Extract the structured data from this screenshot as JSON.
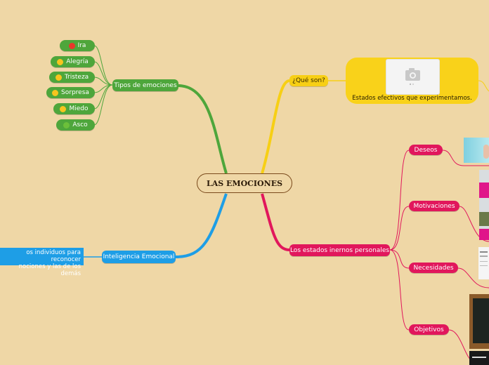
{
  "center": {
    "title": "LAS EMOCIONES"
  },
  "tipos": {
    "label": "Tipos de emociones",
    "items": [
      {
        "label": "Ira",
        "icon": "angry-face-icon",
        "color": "#e9372b"
      },
      {
        "label": "Alegría",
        "icon": "laughing-face-icon",
        "color": "#f7c51e"
      },
      {
        "label": "Tristeza",
        "icon": "sad-face-icon",
        "color": "#f7c51e"
      },
      {
        "label": "Sorpresa",
        "icon": "surprised-face-icon",
        "color": "#f7c51e"
      },
      {
        "label": "Miedo",
        "icon": "fearful-face-icon",
        "color": "#f7c51e"
      },
      {
        "label": "Asco",
        "icon": "nauseated-face-icon",
        "color": "#6cbf3a"
      }
    ]
  },
  "que_son": {
    "label": "¿Qué son?",
    "description": "Estados efectivos que experimentamos."
  },
  "inteligencia": {
    "label": "Inteligencia Emocional",
    "text_line1": "os individuos para reconocer",
    "text_line2": "nociones y las de los demás"
  },
  "estados": {
    "label": "Los estados inernos personales",
    "items": [
      {
        "label": "Deseos"
      },
      {
        "label": "Motivaciones"
      },
      {
        "label": "Necesidades"
      },
      {
        "label": "Objetivos"
      }
    ]
  },
  "colors": {
    "background": "#efd7a6",
    "green": "#4ea63b",
    "blue": "#1e9ee6",
    "yellow": "#f7cf15",
    "pink": "#e1175c"
  }
}
